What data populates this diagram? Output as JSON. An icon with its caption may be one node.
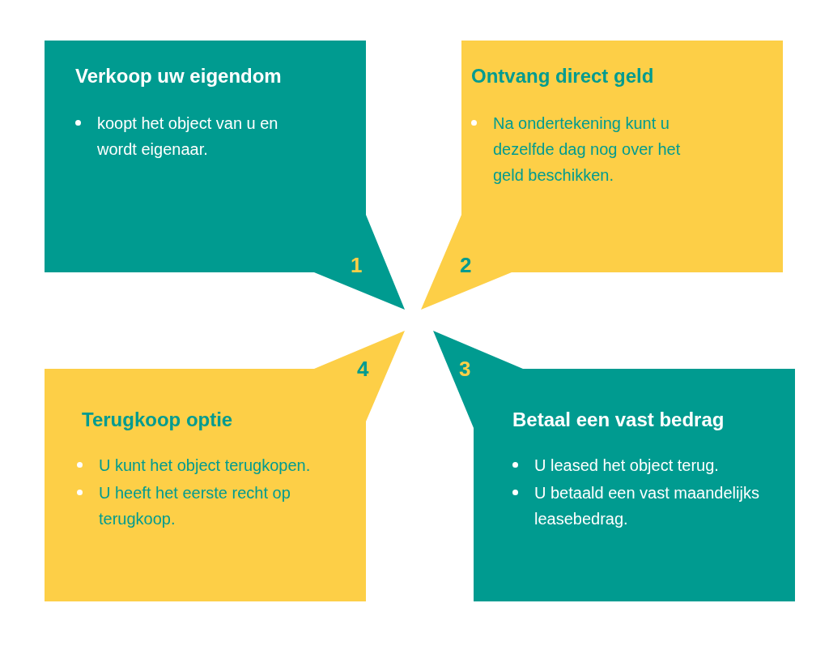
{
  "diagram": {
    "nodes": [
      {
        "text": [
          "Verkoop uw eigendom",
          "koopt het object van u en wordt eigenaar.",
          "1"
        ]
      },
      {
        "text": [
          "Ontvang direct geld",
          "Na ondertekening kunt u dezelfde dag nog over het geld beschikken.",
          "2"
        ]
      },
      {
        "text": [
          "Betaal een vast bedrag",
          "U leased het object terug.",
          "U betaald een vast maandelijks leasebedrag.",
          "3"
        ]
      },
      {
        "text": [
          "Terugkoop optie",
          "U kunt het object terugkopen.",
          "U heeft het eerste recht op terugkoop.",
          "4"
        ]
      }
    ]
  }
}
